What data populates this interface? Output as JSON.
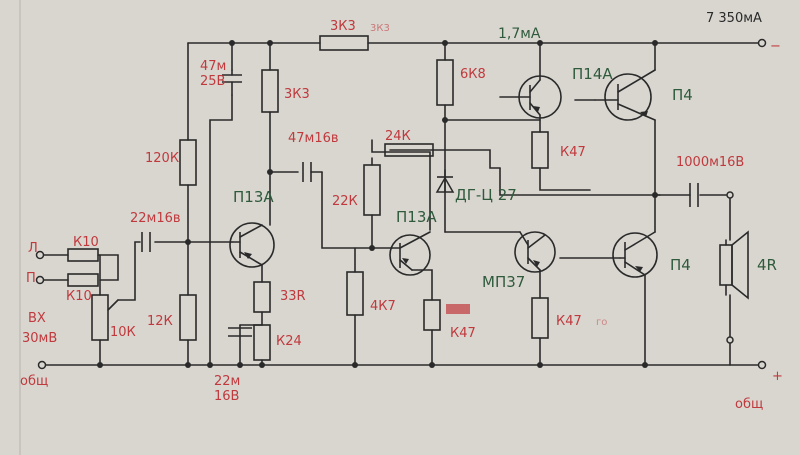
{
  "supply": {
    "current_main": "7 350мА",
    "current_branch": "1,7мА",
    "plus_sign": "−"
  },
  "inputs": {
    "left": "Л",
    "right": "П",
    "input_label": "ВХ",
    "input_level": "30мВ",
    "ground_left": "общ",
    "ground_right": "общ",
    "out_plus": "+"
  },
  "resistors": {
    "r_in_l": "К10",
    "r_in_r": "К10",
    "pot_in": "10К",
    "bias_top": "120К",
    "bias_bot": "12К",
    "coll1": "3К3",
    "emit1": "33R",
    "emit1b": "К24",
    "feedback_top": "3К3",
    "feedback_faint": "3К3",
    "r24k": "24К",
    "r22k": "22К",
    "r4k7": "4К7",
    "r_emit2": "К47",
    "r_6k8": "6К8",
    "r_k47_top": "К47",
    "r_k47_bot": "К47",
    "r_k47_bot_faint": "го"
  },
  "capacitors": {
    "c_top": "47м",
    "c_top_v": "25В",
    "c_in": "22м16в",
    "c_couple": "47м16в",
    "c_emit": "22м",
    "c_emit_v": "16В",
    "c_out": "1000м16В"
  },
  "transistors": {
    "q1": "П13А",
    "q2": "П13А",
    "q3": "МП37",
    "q4": "П14А",
    "q5": "П4",
    "q6": "П4"
  },
  "diode": {
    "label": "ДГ-Ц 27"
  },
  "speaker": {
    "label": "4R"
  },
  "colors": {
    "paper": "#d9d6d0",
    "ink": "#2a2a2a",
    "red_ink": "#c0393d",
    "green_ink": "#2f5a3c"
  }
}
